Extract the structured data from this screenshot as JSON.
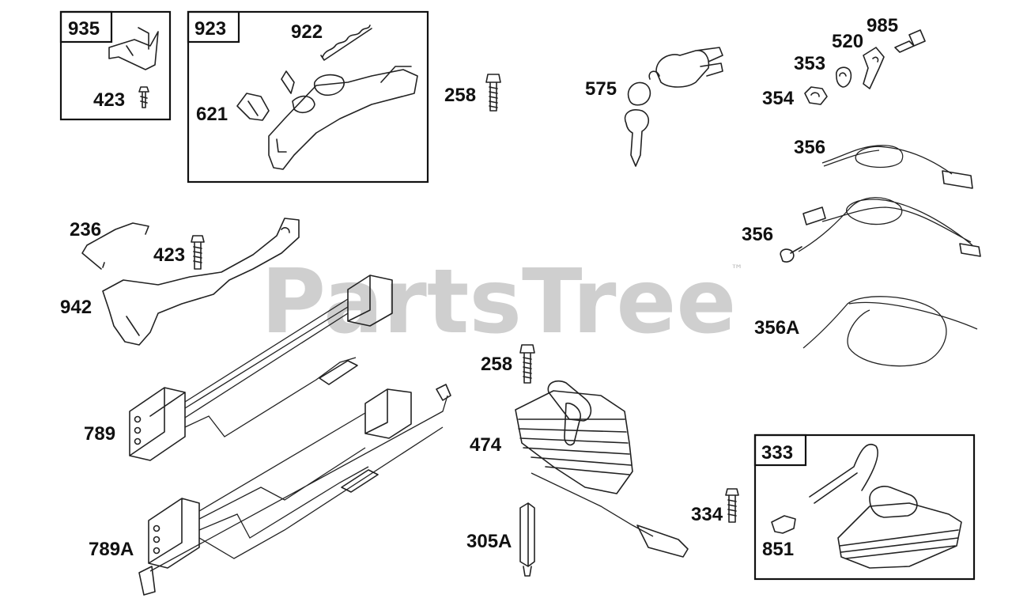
{
  "watermark": {
    "text": "PartsTree",
    "trademark": "™"
  },
  "groups": {
    "g935": "935",
    "g923": "923",
    "g333": "333"
  },
  "labels": {
    "p423a": "423",
    "p922": "922",
    "p621": "621",
    "p258a": "258",
    "p575": "575",
    "p985": "985",
    "p520": "520",
    "p353": "353",
    "p354": "354",
    "p356a": "356",
    "p356b": "356",
    "p356A": "356A",
    "p236": "236",
    "p423b": "423",
    "p942": "942",
    "p789": "789",
    "p789A": "789A",
    "p258b": "258",
    "p474": "474",
    "p305A": "305A",
    "p334": "334",
    "p851": "851"
  }
}
